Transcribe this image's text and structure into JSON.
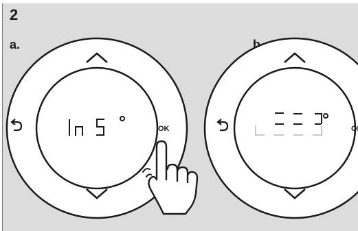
{
  "step": "2",
  "panels": [
    {
      "label": "a.",
      "ok": "OK"
    },
    {
      "label": "b.",
      "ok": "OK"
    }
  ],
  "icons": {
    "up": "chevron-up-icon",
    "down": "chevron-down-icon",
    "back": "back-arrow-icon",
    "hand": "pointing-hand-icon"
  },
  "colors": {
    "background": "#dcdcdc",
    "line": "#1a1a1a",
    "display_dim": "#c8c8c8"
  }
}
